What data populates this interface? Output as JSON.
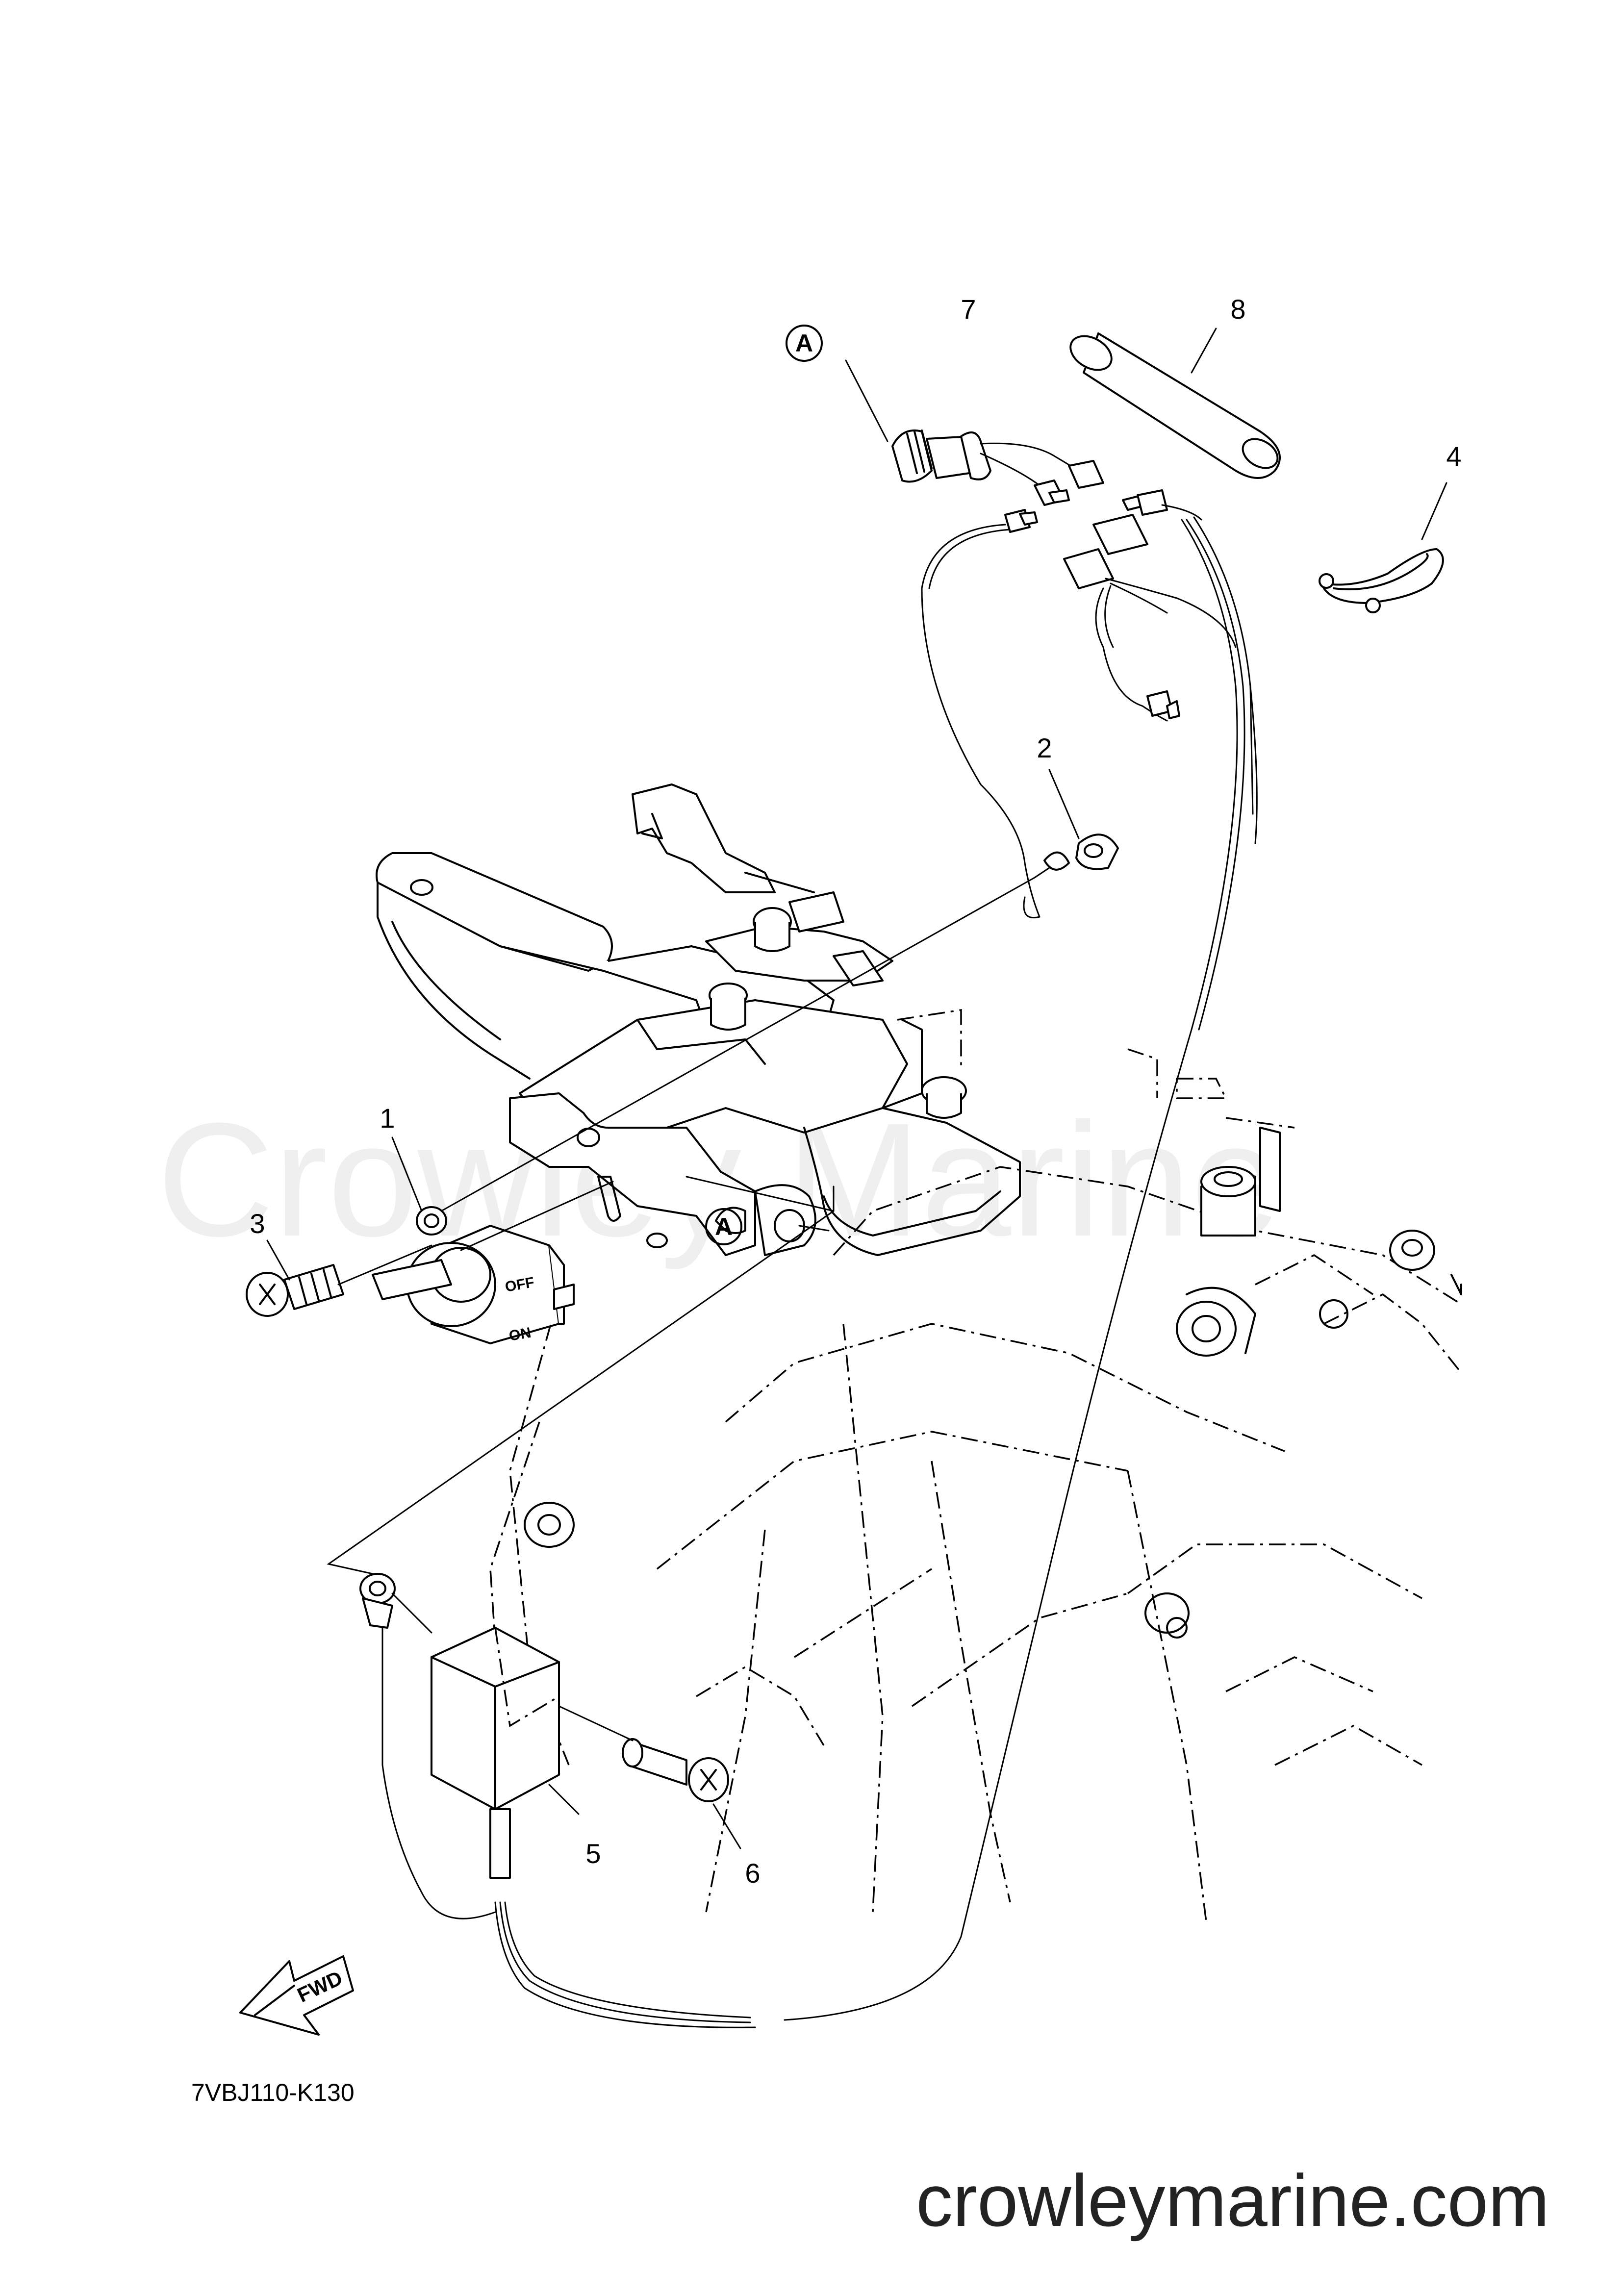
{
  "callouts": {
    "c1": "1",
    "c2": "2",
    "c3": "3",
    "c4": "4",
    "c5": "5",
    "c6": "6",
    "c7": "7",
    "c8": "8"
  },
  "connection_ref": "A",
  "switch_labels": {
    "off": "OFF",
    "on": "ON"
  },
  "fwd_label": "FWD",
  "diagram_code": "7VBJ110-K130",
  "watermark": "Crowley Marine",
  "website": "crowleymarine.com"
}
